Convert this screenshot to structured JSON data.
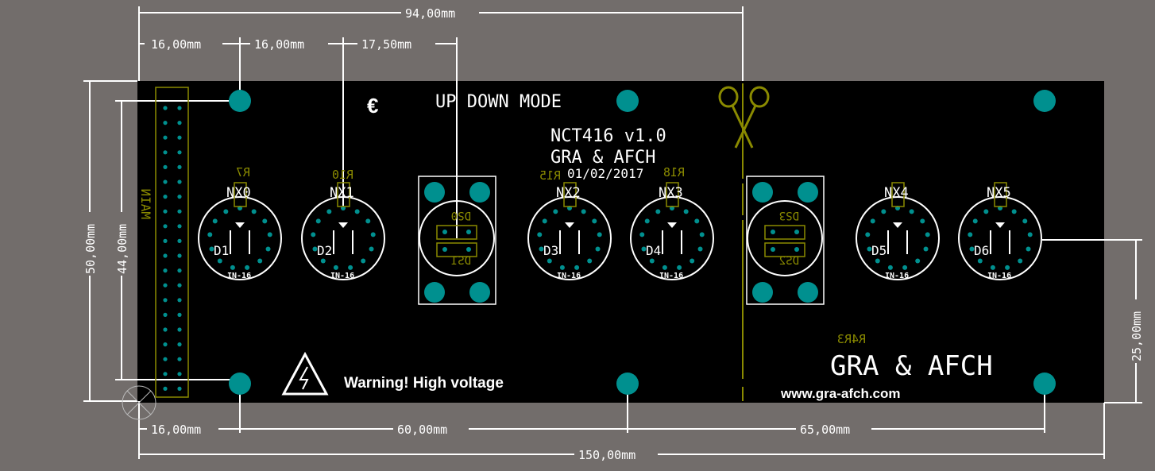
{
  "board": {
    "title_mode": "UP DOWN MODE",
    "model": "NCT416 v1.0",
    "author": "GRA & AFCH",
    "date": "01/02/2017",
    "warning": "Warning! High voltage",
    "brand_big": "GRA & AFCH",
    "website": "www.gra-afch.com",
    "header_label": "MAIN",
    "tube_type": "IN-16",
    "ref_labels": [
      "R7",
      "R10",
      "R15",
      "R18",
      "R4R3"
    ],
    "dots_modules": [
      {
        "top": "DS0",
        "bottom": "DS1"
      },
      {
        "top": "DS3",
        "bottom": "DS2"
      }
    ],
    "tubes": [
      {
        "nx": "NX0",
        "d": "D1"
      },
      {
        "nx": "NX1",
        "d": "D2"
      },
      {
        "nx": "NX2",
        "d": "D3"
      },
      {
        "nx": "NX3",
        "d": "D4"
      },
      {
        "nx": "NX4",
        "d": "D5"
      },
      {
        "nx": "NX5",
        "d": "D6"
      }
    ]
  },
  "dimensions": {
    "top_total": "94,00mm",
    "top_1": "16,00mm",
    "top_2": "16,00mm",
    "top_3": "17,50mm",
    "left_outer": "50,00mm",
    "left_inner": "44,00mm",
    "right": "25,00mm",
    "bottom_1": "16,00mm",
    "bottom_2": "60,00mm",
    "bottom_3": "65,00mm",
    "bottom_total": "150,00mm"
  },
  "colors": {
    "background": "#726d6b",
    "board": "#000000",
    "pad": "#00908f",
    "silk_overlay": "#8a8a00"
  }
}
